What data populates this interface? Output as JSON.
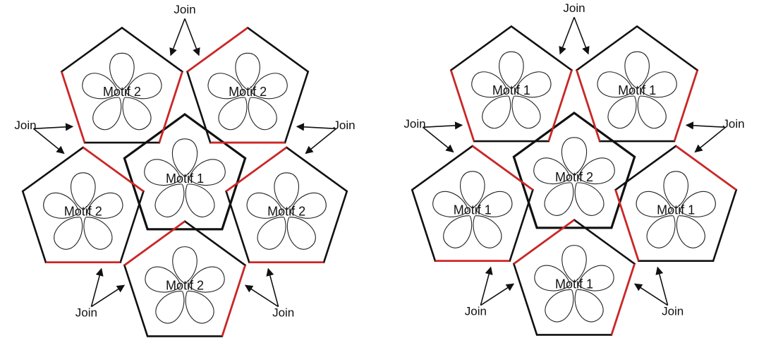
{
  "colors": {
    "outline": "#111111",
    "join_edge": "#d42424",
    "petal": "#222222",
    "background": "#ffffff"
  },
  "join_label": "Join",
  "diagrams": [
    {
      "id": "left",
      "center_label": "Motif 1",
      "outer_labels": [
        "Motif 2",
        "Motif 2",
        "Motif 2",
        "Motif 2",
        "Motif 2"
      ]
    },
    {
      "id": "right",
      "center_label": "Motif 2",
      "outer_labels": [
        "Motif 1",
        "Motif 1",
        "Motif 1",
        "Motif 1",
        "Motif 1"
      ]
    }
  ]
}
